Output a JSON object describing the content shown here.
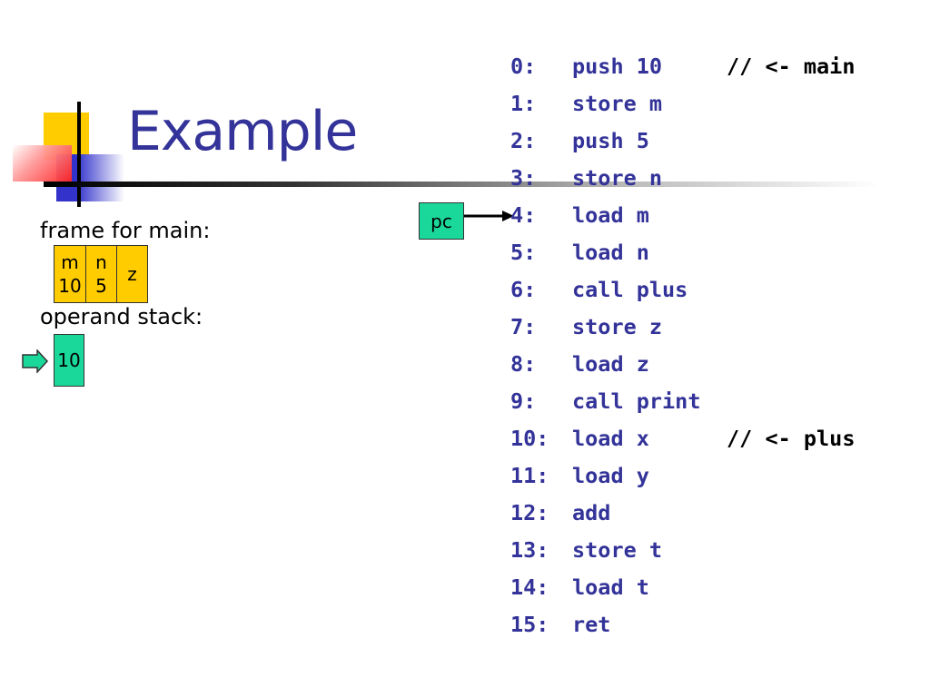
{
  "slide": {
    "title": "Example"
  },
  "frame": {
    "label": "frame for main:",
    "cells": [
      {
        "name": "m",
        "value": "10"
      },
      {
        "name": "n",
        "value": "5"
      },
      {
        "name": "z",
        "value": ""
      }
    ]
  },
  "operand_stack": {
    "label": "operand stack:",
    "items": [
      "10"
    ]
  },
  "pc": {
    "label": "pc",
    "points_to_line": 4
  },
  "code": [
    {
      "num": "0:",
      "instr": "push 10",
      "comment": "// <- main"
    },
    {
      "num": "1:",
      "instr": "store m",
      "comment": ""
    },
    {
      "num": "2:",
      "instr": "push 5",
      "comment": ""
    },
    {
      "num": "3:",
      "instr": "store n",
      "comment": ""
    },
    {
      "num": "4:",
      "instr": "load m",
      "comment": ""
    },
    {
      "num": "5:",
      "instr": "load n",
      "comment": ""
    },
    {
      "num": "6:",
      "instr": "call plus",
      "comment": ""
    },
    {
      "num": "7:",
      "instr": "store z",
      "comment": ""
    },
    {
      "num": "8:",
      "instr": "load z",
      "comment": ""
    },
    {
      "num": "9:",
      "instr": "call print",
      "comment": ""
    },
    {
      "num": "10:",
      "instr": "load x",
      "comment": "// <- plus"
    },
    {
      "num": "11:",
      "instr": "load y",
      "comment": ""
    },
    {
      "num": "12:",
      "instr": "add",
      "comment": ""
    },
    {
      "num": "13:",
      "instr": "store t",
      "comment": ""
    },
    {
      "num": "14:",
      "instr": "load t",
      "comment": ""
    },
    {
      "num": "15:",
      "instr": "ret",
      "comment": ""
    }
  ],
  "colors": {
    "title": "#333399",
    "code": "#333399",
    "cell": "#ffcc00",
    "box": "#1ad89a"
  }
}
